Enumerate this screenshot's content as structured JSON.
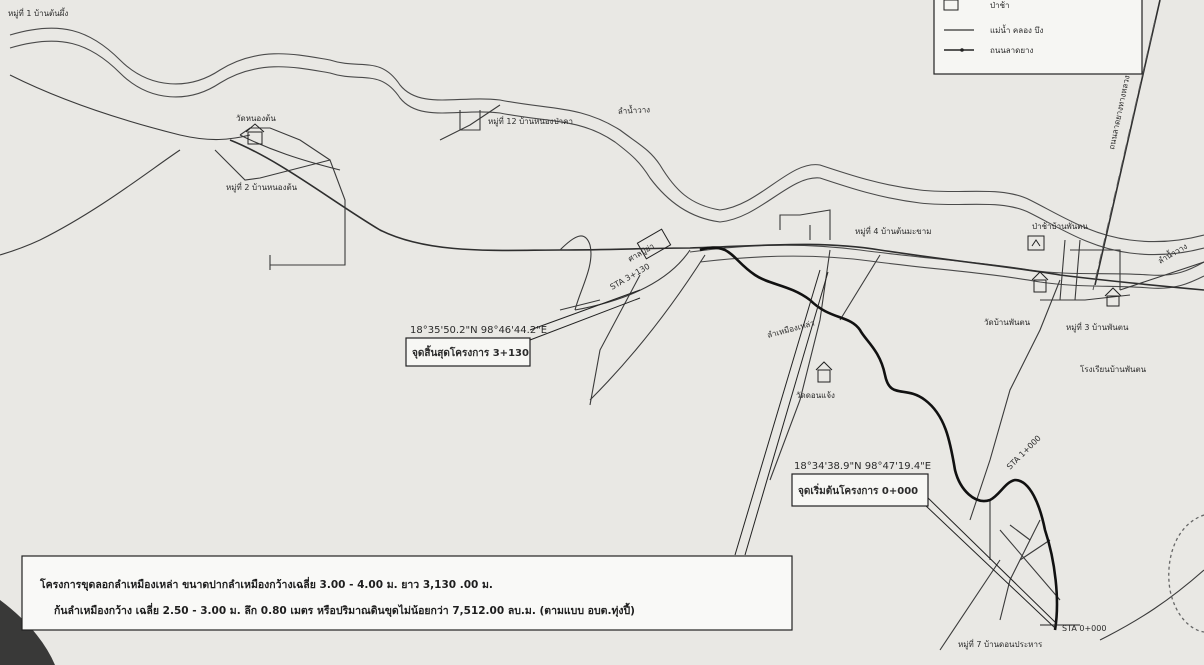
{
  "map": {
    "legend": {
      "items": [
        {
          "label": "ป่าช้า",
          "icon": "cemetery-icon"
        },
        {
          "label": "แม่น้ำ คลอง บึง",
          "icon": "water-line-icon"
        },
        {
          "label": "ถนนลาดยาง",
          "icon": "road-line-icon"
        }
      ]
    },
    "places": [
      {
        "id": "p1",
        "text": "หมู่ที่ 1 บ้านต้นผึ้ง"
      },
      {
        "id": "p2",
        "text": "วัดหนองต้น"
      },
      {
        "id": "p3",
        "text": "หมู่ที่ 12 บ้านหนองป่าคา"
      },
      {
        "id": "p4",
        "text": "หมู่ที่ 2 บ้านหนองต้น"
      },
      {
        "id": "p5",
        "text": "ลำน้ำวาง"
      },
      {
        "id": "p6",
        "text": "ถนนลาดยางทางหลวง"
      },
      {
        "id": "p7",
        "text": "ป่าช้าบ้านพันตน"
      },
      {
        "id": "p8",
        "text": "ลำน้ำวาง"
      },
      {
        "id": "p9",
        "text": "หมู่ที่ 4 บ้านต้นมะขาม"
      },
      {
        "id": "p10",
        "text": "ศาลปู่ย่า"
      },
      {
        "id": "p11",
        "text": "STA 3+130"
      },
      {
        "id": "p12",
        "text": "วัดบ้านพันตน"
      },
      {
        "id": "p13",
        "text": "หมู่ที่ 3 บ้านพันตน"
      },
      {
        "id": "p14",
        "text": "โรงเรียนบ้านพันตน"
      },
      {
        "id": "p15",
        "text": "ลำเหมืองเหล่า"
      },
      {
        "id": "p16",
        "text": "วัดดอนแจ้ง"
      },
      {
        "id": "p17",
        "text": "STA 1+000"
      },
      {
        "id": "p18",
        "text": "STA 0+000"
      },
      {
        "id": "p19",
        "text": "หมู่ที่ 7 บ้านดอนประหาร"
      }
    ],
    "end_point": {
      "coord": "18°35'50.2\"N 98°46'44.2\"E",
      "label": "จุดสิ้นสุดโครงการ 3+130"
    },
    "start_point": {
      "coord": "18°34'38.9\"N 98°47'19.4\"E",
      "label": "จุดเริ่มต้นโครงการ 0+000"
    },
    "project_note": {
      "line1": "โครงการขุดลอกลำเหมืองเหล่า  ขนาดปากลำเหมืองกว้างเฉลี่ย 3.00 - 4.00 ม. ยาว 3,130 .00 ม.",
      "line2": "ก้นลำเหมืองกว้าง เฉลี่ย 2.50 - 3.00 ม. ลึก 0.80 เมตร หรือปริมาณดินขุดไม่น้อยกว่า  7,512.00  ลบ.ม. (ตามแบบ อบต.ทุ่งปี้)"
    }
  }
}
